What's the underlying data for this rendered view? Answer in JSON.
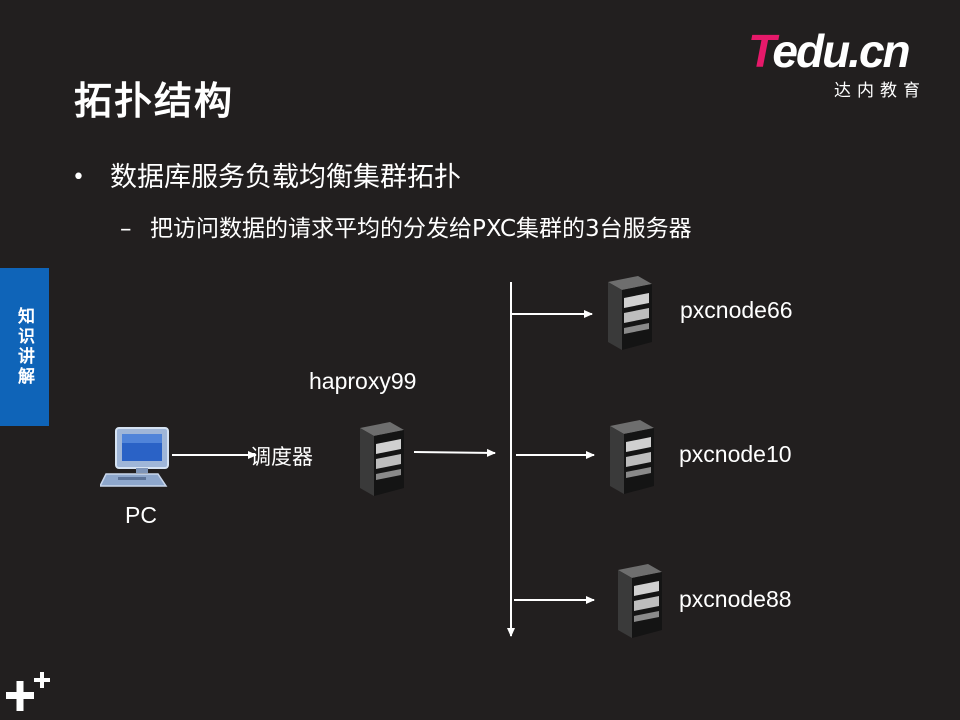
{
  "title": "拓扑结构",
  "logo": {
    "main_t": "T",
    "main_rest": "edu.cn",
    "sub": "达内教育"
  },
  "side_tab": "知识讲解",
  "bullets": {
    "level1": "数据库服务负载均衡集群拓扑",
    "level2": "把访问数据的请求平均的分发给PXC集群的3台服务器"
  },
  "diagram": {
    "pc_label": "PC",
    "scheduler_label": "调度器",
    "proxy_label": "haproxy99",
    "servers": [
      "pxcnode66",
      "pxcnode10",
      "pxcnode88"
    ]
  },
  "icons": [
    "desktop-computer-icon",
    "tower-server-icon",
    "plus-plus-icon"
  ],
  "colors": {
    "background": "#221f1f",
    "side_tab": "#0f64b8",
    "logo_accent": "#e6196a"
  }
}
